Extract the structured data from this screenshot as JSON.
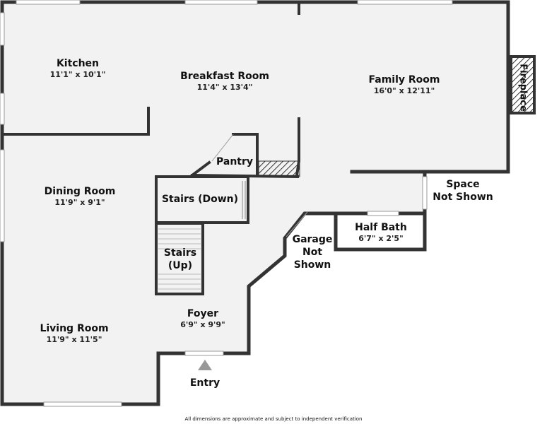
{
  "rooms": {
    "kitchen": {
      "name": "Kitchen",
      "dims": "11'1\" x 10'1\""
    },
    "breakfast": {
      "name": "Breakfast Room",
      "dims": "11'4\" x 13'4\""
    },
    "family": {
      "name": "Family Room",
      "dims": "16'0\" x 12'11\""
    },
    "dining": {
      "name": "Dining Room",
      "dims": "11'9\" x 9'1\""
    },
    "living": {
      "name": "Living Room",
      "dims": "11'9\" x 11'5\""
    },
    "foyer": {
      "name": "Foyer",
      "dims": "6'9\" x 9'9\""
    },
    "halfbath": {
      "name": "Half Bath",
      "dims": "6'7\" x 2'5\""
    },
    "pantry": {
      "name": "Pantry"
    },
    "stairs_down": {
      "name": "Stairs (Down)"
    },
    "stairs_up": {
      "line1": "Stairs",
      "line2": "(Up)"
    },
    "garage": {
      "line1": "Garage",
      "line2": "Not",
      "line3": "Shown"
    },
    "space": {
      "line1": "Space",
      "line2": "Not Shown"
    },
    "fireplace": {
      "name": "Fireplace"
    },
    "entry": {
      "name": "Entry"
    }
  },
  "disclaimer": "All dimensions are approximate and subject to independent verification",
  "colors": {
    "wall": "#333333",
    "floor": "#f2f2f2",
    "window": "#ffffff"
  }
}
